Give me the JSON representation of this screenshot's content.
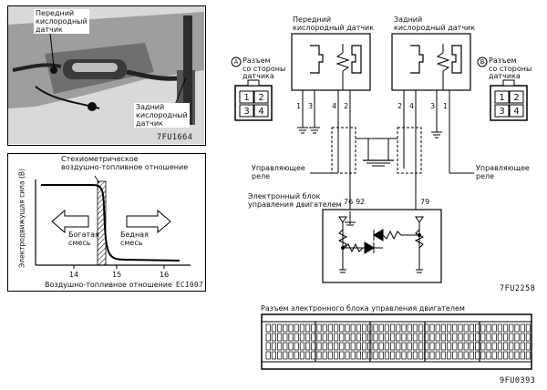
{
  "photo_panel": {
    "front_sensor_label": "Передний\nкислородный\nдатчик",
    "rear_sensor_label": "Задний\nкислородный\nдатчик",
    "code": "7FU1664"
  },
  "curve_panel": {
    "title": "Стехиометрическое\nвоздушно-топливное отношение",
    "y_axis_label": "Электродвижущая сила (В)",
    "rich_label": "Богатая\nсмесь",
    "lean_label": "Бедная\nсмесь",
    "x_ticks": [
      "14",
      "15",
      "16"
    ],
    "x_axis_label": "Воздушно-топливное отношение",
    "code": "ECI007"
  },
  "circuit_panel": {
    "front_sensor_title": "Передний\nкислородный датчик",
    "rear_sensor_title": "Задний\nкислородный датчик",
    "connector_a_label": "Разъем\nсо стороны\nдатчика",
    "connector_a_letter": "A",
    "connector_b_label": "Разъем\nсо стороны\nдатчика",
    "connector_b_letter": "B",
    "connector_pins": [
      "1",
      "2",
      "3",
      "4"
    ],
    "front_pins": [
      "1",
      "3",
      "4",
      "2"
    ],
    "rear_pins": [
      "2",
      "4",
      "3",
      "1"
    ],
    "control_relay_left": "Управляющее\nреле",
    "control_relay_right": "Управляющее\nреле",
    "ecu_label": "Электронный блок\nуправления двигателем",
    "ecu_pins": [
      "76",
      "92",
      "79"
    ],
    "code": "7FU2258"
  },
  "ecu_connector_panel": {
    "title": "Разъем электронного блока управления двигателем",
    "code": "9FU0393"
  }
}
